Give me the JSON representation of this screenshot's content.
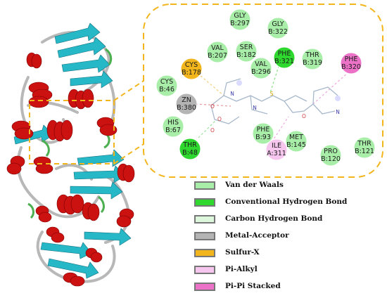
{
  "interaction_types": [
    {
      "key": "vdw",
      "label": "Van der Waals",
      "color": "#a8eea8"
    },
    {
      "key": "chb",
      "label": "Conventional Hydrogen Bond",
      "color": "#2fd82f"
    },
    {
      "key": "carb",
      "label": "Carbon Hydrogen Bond",
      "color": "#dcf7dc"
    },
    {
      "key": "metal",
      "label": "Metal-Acceptor",
      "color": "#b4b4b4"
    },
    {
      "key": "sulf",
      "label": "Sulfur-X",
      "color": "#f2b61c"
    },
    {
      "key": "alkyl",
      "label": "Pi-Alkyl",
      "color": "#f6c6ee"
    },
    {
      "key": "pipi",
      "label": "Pi-Pi Stacked",
      "color": "#ec72c8"
    }
  ],
  "residues": [
    {
      "id": "gly297",
      "name": "GLY",
      "chain_pos": "B:297",
      "type": "vdw"
    },
    {
      "id": "gly322",
      "name": "GLY",
      "chain_pos": "B:322",
      "type": "vdw"
    },
    {
      "id": "val207",
      "name": "VAL",
      "chain_pos": "B:207",
      "type": "vdw"
    },
    {
      "id": "ser182",
      "name": "SER",
      "chain_pos": "B:182",
      "type": "vdw"
    },
    {
      "id": "phe321",
      "name": "PHE",
      "chain_pos": "B:321",
      "type": "chb"
    },
    {
      "id": "thr319",
      "name": "THR",
      "chain_pos": "B:319",
      "type": "vdw"
    },
    {
      "id": "phe320",
      "name": "PHE",
      "chain_pos": "B:320",
      "type": "pipi"
    },
    {
      "id": "cys178",
      "name": "CYS",
      "chain_pos": "B:178",
      "type": "sulf"
    },
    {
      "id": "val296",
      "name": "VAL",
      "chain_pos": "B:296",
      "type": "vdw"
    },
    {
      "id": "cys46",
      "name": "CYS",
      "chain_pos": "B:46",
      "type": "vdw"
    },
    {
      "id": "zn380",
      "name": "ZN",
      "chain_pos": "B:380",
      "type": "metal"
    },
    {
      "id": "his67",
      "name": "HIS",
      "chain_pos": "B:67",
      "type": "vdw"
    },
    {
      "id": "thr48",
      "name": "THR",
      "chain_pos": "B:48",
      "type": "chb"
    },
    {
      "id": "phe93",
      "name": "PHE",
      "chain_pos": "B:93",
      "type": "vdw"
    },
    {
      "id": "ile311",
      "name": "ILE",
      "chain_pos": "A:311",
      "type": "alkyl"
    },
    {
      "id": "met145",
      "name": "MET",
      "chain_pos": "B:145",
      "type": "vdw"
    },
    {
      "id": "pro120",
      "name": "PRO",
      "chain_pos": "B:120",
      "type": "vdw"
    },
    {
      "id": "thr121",
      "name": "THR",
      "chain_pos": "B:121",
      "type": "vdw"
    }
  ],
  "ligand_atoms": {
    "n1": "N",
    "n2": "N",
    "s": "S",
    "o1": "O",
    "o2": "O",
    "o3": "O",
    "o4": "O",
    "n3": "N"
  },
  "colors": {
    "callout_border": "#f2b61c",
    "helix": "#cc1111",
    "sheet": "#26b8c6",
    "loop": "#b8b8b8",
    "turn": "#4caf50",
    "ligand_bond": "#a8b8cc",
    "hetero_atom": "#3a3aa8",
    "sulfur_atom": "#d6a500"
  }
}
